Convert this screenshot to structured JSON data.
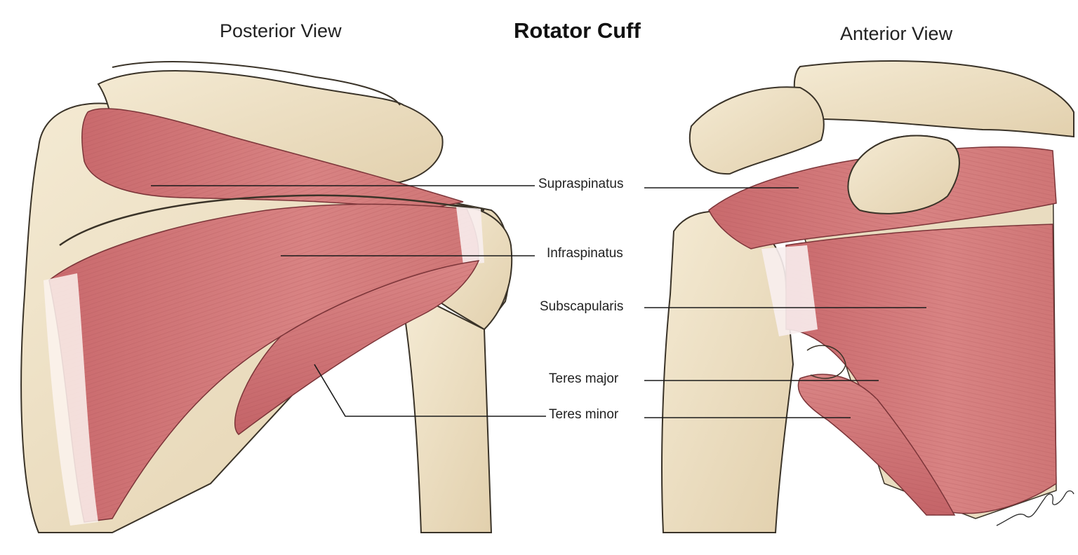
{
  "figure": {
    "title": "Rotator Cuff",
    "left_view": "Posterior View",
    "right_view": "Anterior View"
  },
  "labels": {
    "supraspinatus": "Supraspinatus",
    "infraspinatus": "Infraspinatus",
    "subscapularis": "Subscapularis",
    "teres_major": "Teres major",
    "teres_minor": "Teres minor"
  },
  "colors": {
    "bone": "#efe3c8",
    "bone_outline": "#3a3328",
    "muscle": "#d27a7a",
    "muscle_dark": "#b85a5e",
    "tendon": "#f6ecea",
    "leader_line": "#1a1a1a"
  }
}
